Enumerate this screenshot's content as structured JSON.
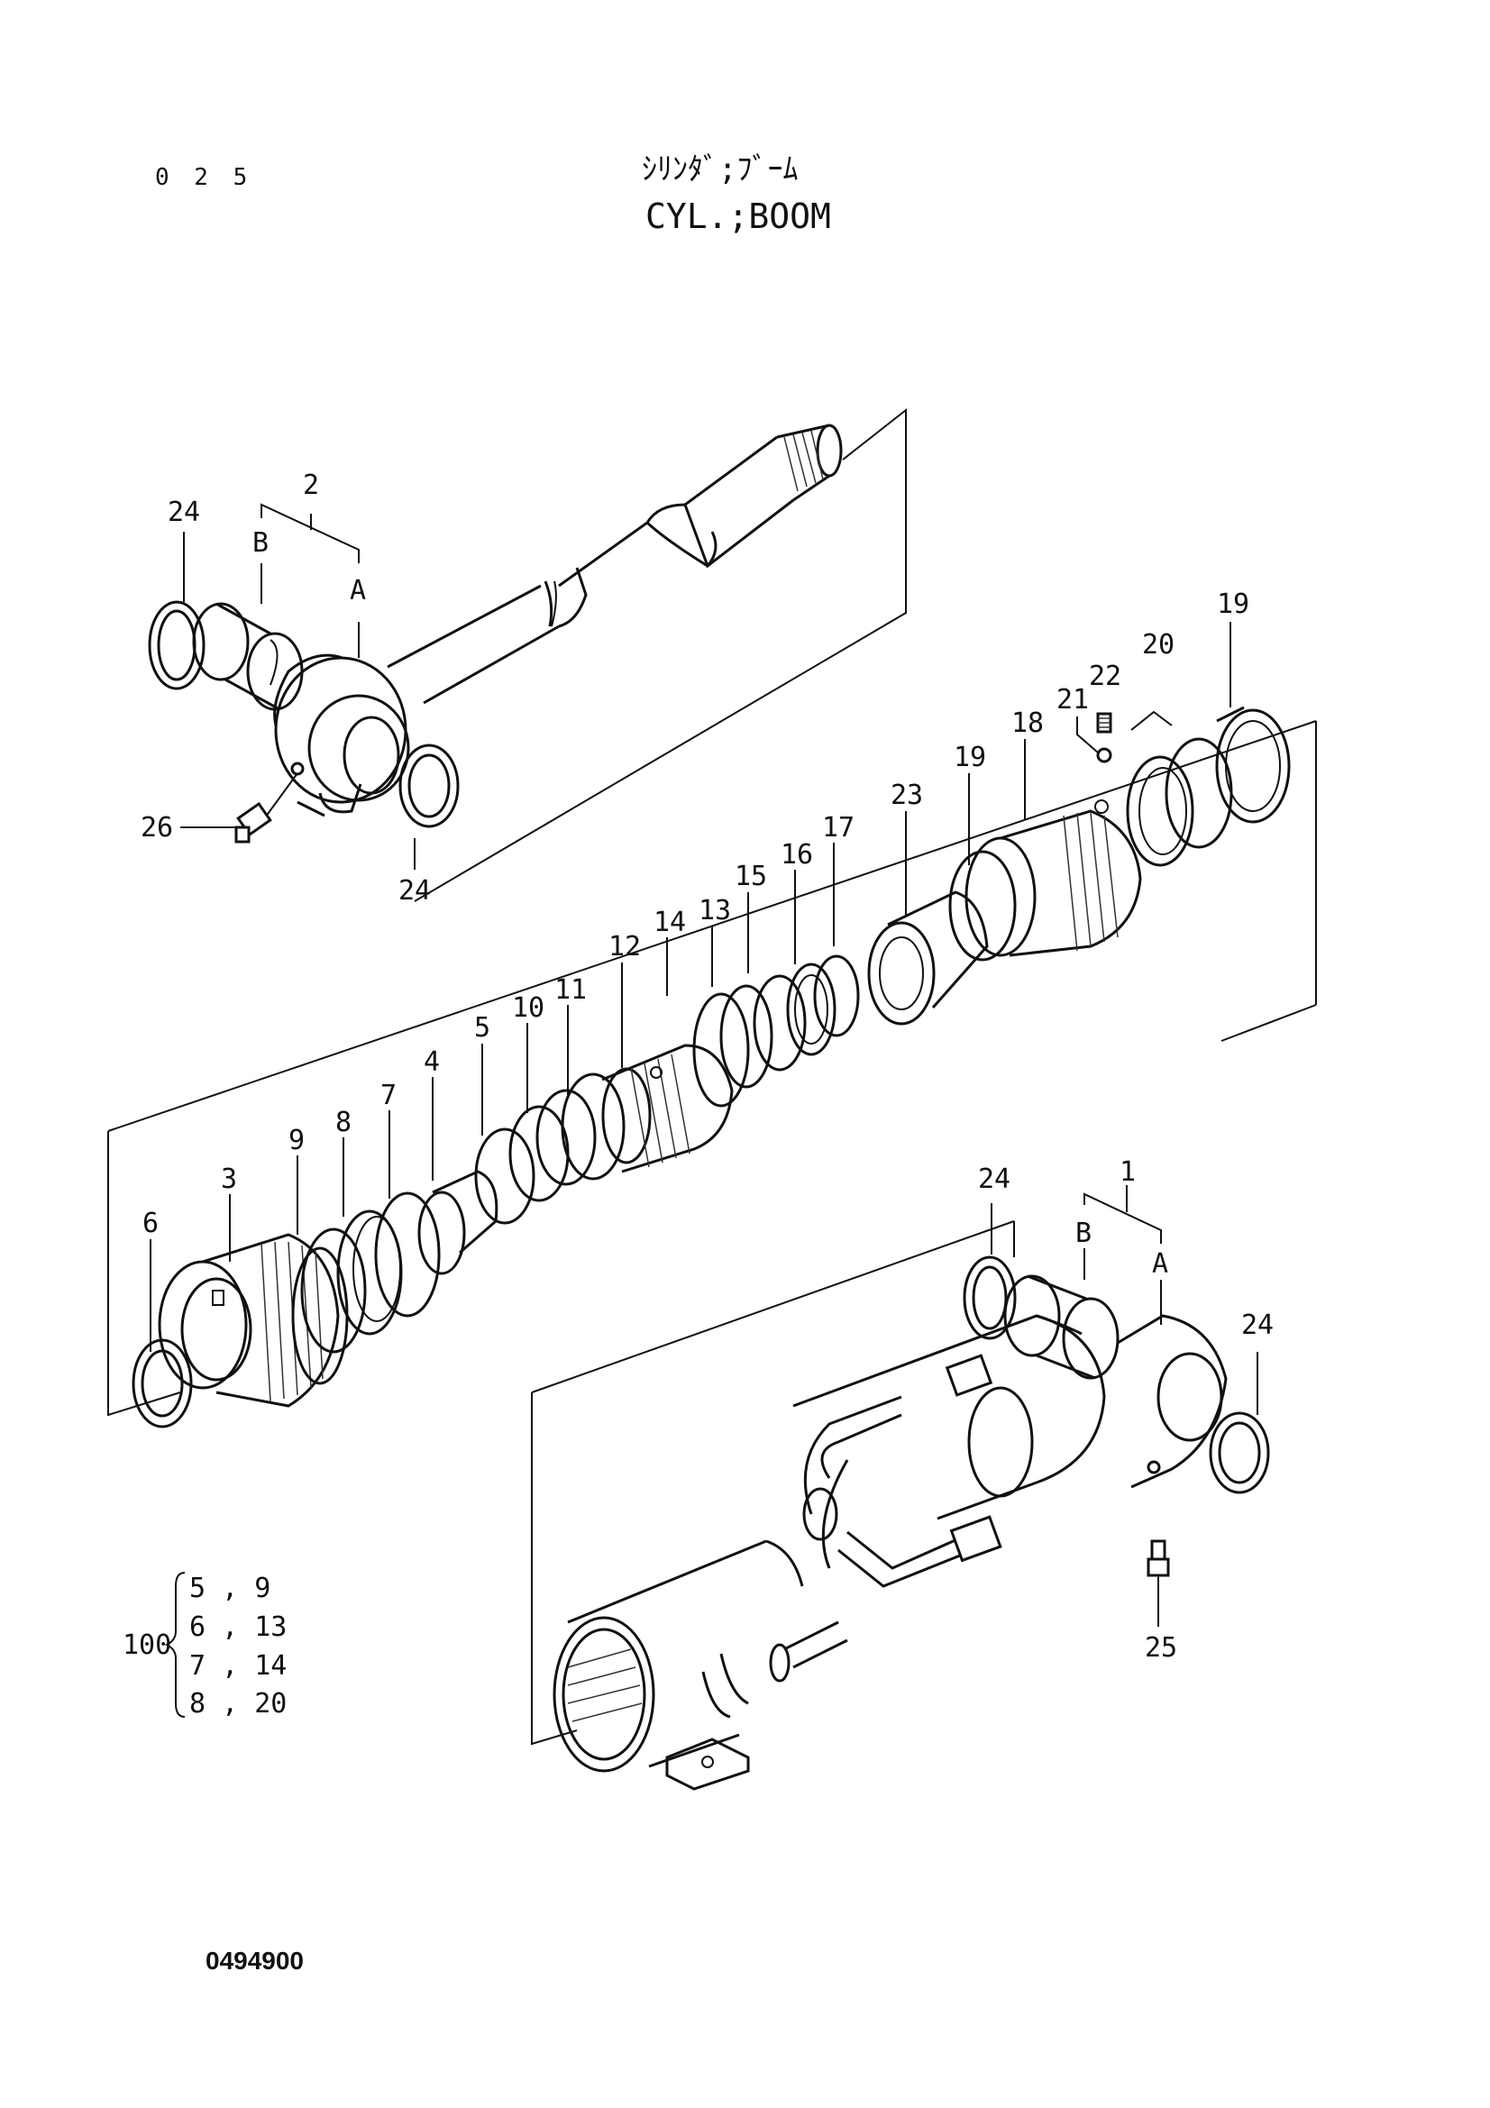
{
  "header": {
    "page_number": "0 2 5",
    "title_japanese": "ｼﾘﾝﾀﾞ;ﾌﾞｰﾑ",
    "title_english": "CYL.;BOOM"
  },
  "callouts": {
    "c1": "1",
    "c2": "2",
    "c3": "3",
    "c4": "4",
    "c5": "5",
    "c6": "6",
    "c7": "7",
    "c8": "8",
    "c9": "9",
    "c10": "10",
    "c11": "11",
    "c12": "12",
    "c13": "13",
    "c14": "14",
    "c15": "15",
    "c16": "16",
    "c17": "17",
    "c18": "18",
    "c19a": "19",
    "c19b": "19",
    "c20": "20",
    "c21": "21",
    "c22": "22",
    "c23": "23",
    "c24a": "24",
    "c24b": "24",
    "c24c": "24",
    "c24d": "24",
    "c25": "25",
    "c26": "26",
    "subA_top": "A",
    "subB_top": "B",
    "subA_bot": "A",
    "subB_bot": "B"
  },
  "kit_table": {
    "kit_number": "100",
    "rows": [
      "5 , 9",
      "6 , 13",
      "7 , 14",
      "8 , 20"
    ]
  },
  "footer": {
    "drawing_number": "0494900"
  }
}
